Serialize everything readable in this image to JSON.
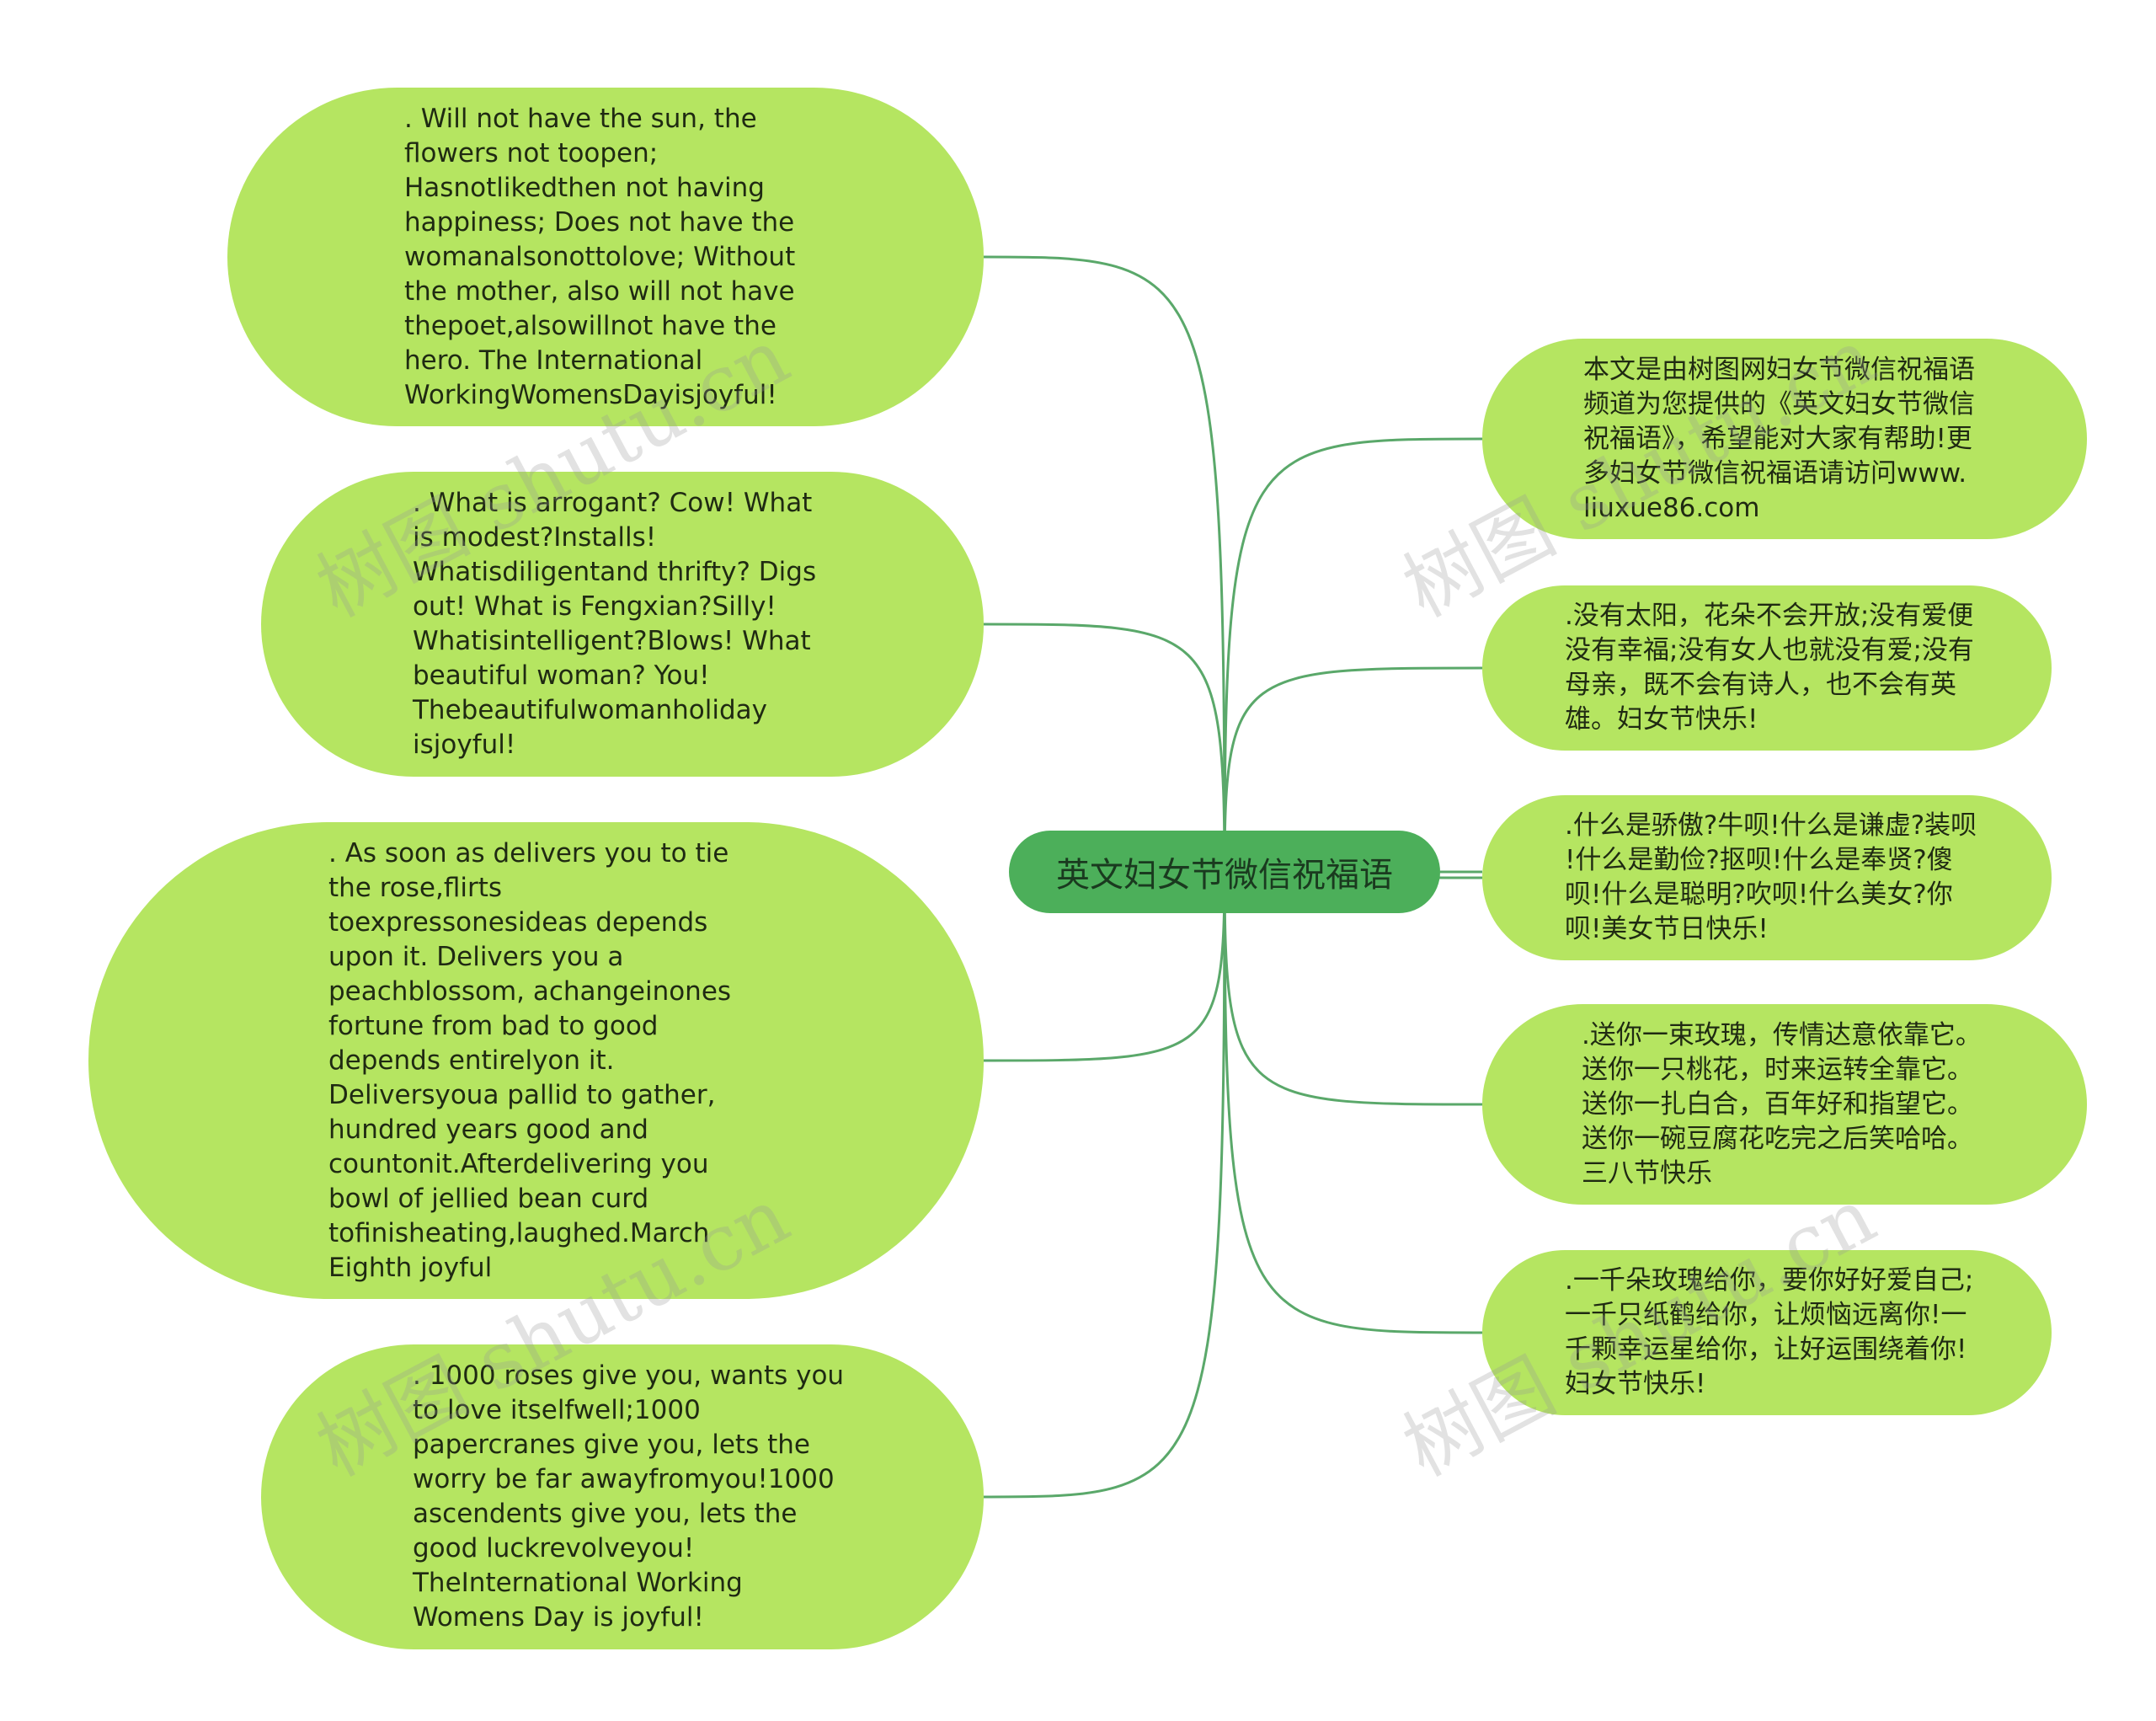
{
  "center": {
    "label": "英文妇女节微信祝福语"
  },
  "left_nodes": [
    {
      "text": ". Will not have the sun, the\nflowers not toopen;\nHasnotlikedthen not having\nhappiness; Does not have the\nwomanalsonottolove; Without\nthe mother, also will not have\nthepoet,alsowillnot have the\nhero. The International\nWorkingWomensDayisjoyful!"
    },
    {
      "text": ". What is arrogant? Cow! What\nis modest?Installs!\nWhatisdiligentand thrifty? Digs\nout! What is Fengxian?Silly!\nWhatisintelligent?Blows! What\nbeautiful woman? You!\nThebeautifulwomanholiday\nisjoyful!"
    },
    {
      "text": ". As soon as delivers you to tie\nthe rose,flirts\ntoexpressonesideas depends\nupon it. Delivers you a\npeachblossom, achangeinones\nfortune from bad to good\ndepends entirelyon it.\nDeliversyoua pallid to gather,\nhundred years good and\ncountonit.Afterdelivering you\nbowl of jellied bean curd\ntofinisheating,laughed.March\nEighth joyful"
    },
    {
      "text": ". 1000 roses give you, wants you\n to love itselfwell;1000\npapercranes give you, lets the\nworry be far awayfromyou!1000\nascendents give you, lets the\ngood luckrevolveyou!\nTheInternational Working\nWomens Day is joyful!"
    }
  ],
  "right_nodes": [
    {
      "text": "本文是由树图网妇女节微信祝福语\n频道为您提供的《英文妇女节微信\n祝福语》，希望能对大家有帮助!更\n多妇女节微信祝福语请访问www.\nliuxue86.com"
    },
    {
      "text": ".没有太阳，花朵不会开放;没有爱便\n没有幸福;没有女人也就没有爱;没有\n母亲，既不会有诗人，也不会有英\n雄。妇女节快乐!"
    },
    {
      "text": ".什么是骄傲?牛呗!什么是谦虚?装呗\n!什么是勤俭?抠呗!什么是奉贤?傻\n呗!什么是聪明?吹呗!什么美女?你\n呗!美女节日快乐!"
    },
    {
      "text": ".送你一束玫瑰，传情达意依靠它。\n送你一只桃花，时来运转全靠它。\n送你一扎白合，百年好和指望它。\n送你一碗豆腐花吃完之后笑哈哈。\n三八节快乐"
    },
    {
      "text": ".一千朵玫瑰给你，要你好好爱自己;\n一千只纸鹤给你，让烦恼远离你!一\n千颗幸运星给你，让好运围绕着你!\n妇女节快乐!"
    }
  ],
  "watermark": "树图 shutu.cn",
  "colors": {
    "node_fill": "#b5e561",
    "center_fill": "#4caf5a",
    "edge": "#5aa86a"
  }
}
